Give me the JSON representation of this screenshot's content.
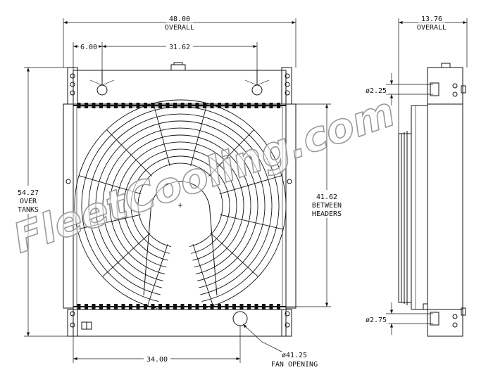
{
  "dimensions": {
    "overall_width": "48.00",
    "overall_width_label": "OVERALL",
    "left_offset": "6.00",
    "hole_spacing": "31.62",
    "height_over_tanks": "54.27",
    "height_label_line1": "OVER",
    "height_label_line2": "TANKS",
    "between_headers": "41.62",
    "between_headers_label1": "BETWEEN",
    "between_headers_label2": "HEADERS",
    "bottom_offset": "34.00",
    "fan_opening": "ø41.25",
    "fan_opening_label": "FAN OPENING",
    "side_overall_depth": "13.76",
    "side_overall_label": "OVERALL",
    "top_hole_dia": "ø2.25",
    "bottom_hole_dia": "ø2.75"
  },
  "watermark": "FleetCooling.com",
  "colors": {
    "line": "#111111",
    "watermark": "#cfcfcf"
  }
}
